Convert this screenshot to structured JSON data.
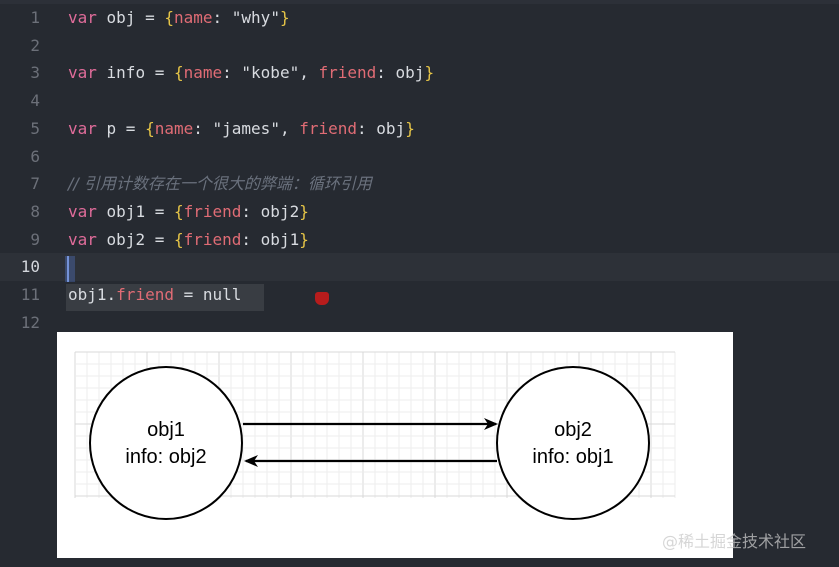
{
  "editor": {
    "lines": [
      {
        "num": "1",
        "tokens": [
          {
            "t": "var",
            "c": "kw"
          },
          {
            "t": " obj = "
          },
          {
            "t": "{",
            "c": "br"
          },
          {
            "t": "name",
            "c": "prop"
          },
          {
            "t": ": \"why\""
          },
          {
            "t": "}",
            "c": "br"
          }
        ]
      },
      {
        "num": "2",
        "tokens": []
      },
      {
        "num": "3",
        "tokens": [
          {
            "t": "var",
            "c": "kw"
          },
          {
            "t": " info = "
          },
          {
            "t": "{",
            "c": "br"
          },
          {
            "t": "name",
            "c": "prop"
          },
          {
            "t": ": \"kobe\", "
          },
          {
            "t": "friend",
            "c": "prop"
          },
          {
            "t": ": obj"
          },
          {
            "t": "}",
            "c": "br"
          }
        ]
      },
      {
        "num": "4",
        "tokens": []
      },
      {
        "num": "5",
        "tokens": [
          {
            "t": "var",
            "c": "kw"
          },
          {
            "t": " p = "
          },
          {
            "t": "{",
            "c": "br"
          },
          {
            "t": "name",
            "c": "prop"
          },
          {
            "t": ": \"james\", "
          },
          {
            "t": "friend",
            "c": "prop"
          },
          {
            "t": ": obj"
          },
          {
            "t": "}",
            "c": "br"
          }
        ]
      },
      {
        "num": "6",
        "tokens": []
      },
      {
        "num": "7",
        "tokens": [
          {
            "t": "// 引用计数存在一个很大的弊端：循环引用",
            "c": "cmt"
          }
        ]
      },
      {
        "num": "8",
        "tokens": [
          {
            "t": "var",
            "c": "kw"
          },
          {
            "t": " obj1 = "
          },
          {
            "t": "{",
            "c": "br"
          },
          {
            "t": "friend",
            "c": "prop"
          },
          {
            "t": ": obj2"
          },
          {
            "t": "}",
            "c": "br"
          }
        ]
      },
      {
        "num": "9",
        "tokens": [
          {
            "t": "var",
            "c": "kw"
          },
          {
            "t": " obj2 = "
          },
          {
            "t": "{",
            "c": "br"
          },
          {
            "t": "friend",
            "c": "prop"
          },
          {
            "t": ": obj1"
          },
          {
            "t": "}",
            "c": "br"
          }
        ]
      },
      {
        "num": "10",
        "tokens": [],
        "active": true
      },
      {
        "num": "11",
        "tokens": [
          {
            "t": "obj1."
          },
          {
            "t": "friend",
            "c": "prop"
          },
          {
            "t": " = null"
          }
        ]
      },
      {
        "num": "12",
        "tokens": []
      }
    ]
  },
  "diagram": {
    "node_left": {
      "name": "obj1",
      "info": "info: obj2"
    },
    "node_right": {
      "name": "obj2",
      "info": "info: obj1"
    }
  },
  "watermark": "@稀土掘金技术社区",
  "colors": {
    "background": "#262a31",
    "keyword": "#e06c9a",
    "property": "#e06c75",
    "brace": "#e6c547",
    "comment": "#6a717d",
    "breakpoint": "#b71c1c"
  }
}
